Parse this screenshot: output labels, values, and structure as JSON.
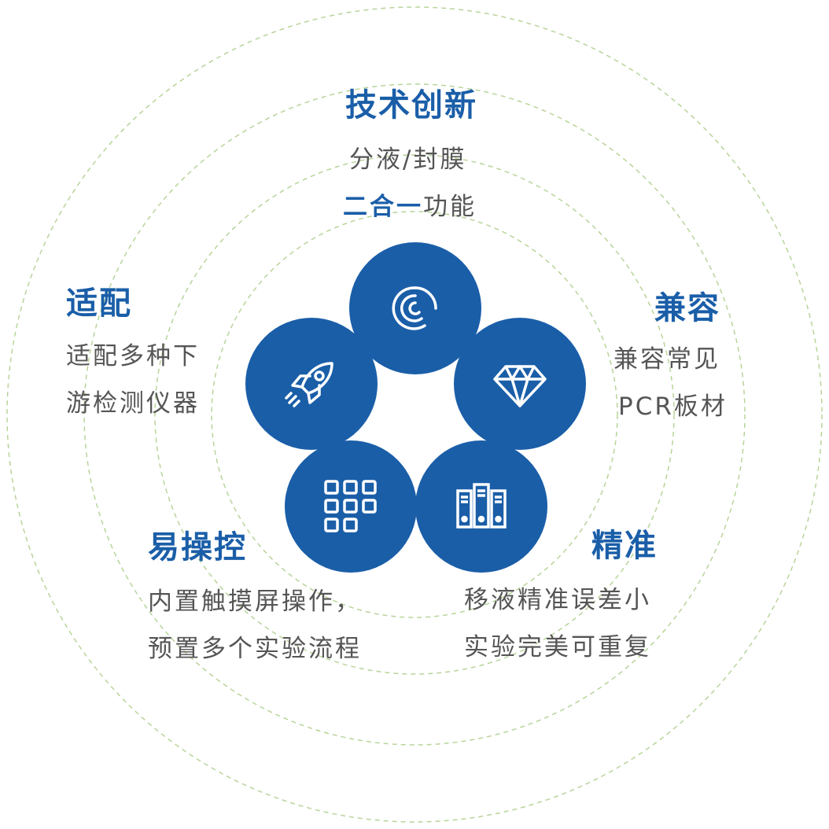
{
  "colors": {
    "primary": "#1a5ea8",
    "text": "#555555",
    "ring": "#b9d49a"
  },
  "center": [
    {
      "icon": "radar-icon"
    },
    {
      "icon": "diamond-icon"
    },
    {
      "icon": "server-rack-icon"
    },
    {
      "icon": "keypad-grid-icon"
    },
    {
      "icon": "rocket-icon"
    }
  ],
  "features": {
    "innovation": {
      "title": "技术创新",
      "line1": "分液/封膜",
      "line2_strong": "二合一",
      "line2_rest": "功能"
    },
    "compatibility": {
      "title": "兼容",
      "line1": "兼容常见",
      "line2": "PCR板材"
    },
    "precision": {
      "title": "精准",
      "line1": "移液精准误差小",
      "line2": "实验完美可重复"
    },
    "ease": {
      "title": "易操控",
      "line1": "内置触摸屏操作，",
      "line2": "预置多个实验流程"
    },
    "adaptation": {
      "title": "适配",
      "line1": "适配多种下",
      "line2": "游检测仪器"
    }
  }
}
